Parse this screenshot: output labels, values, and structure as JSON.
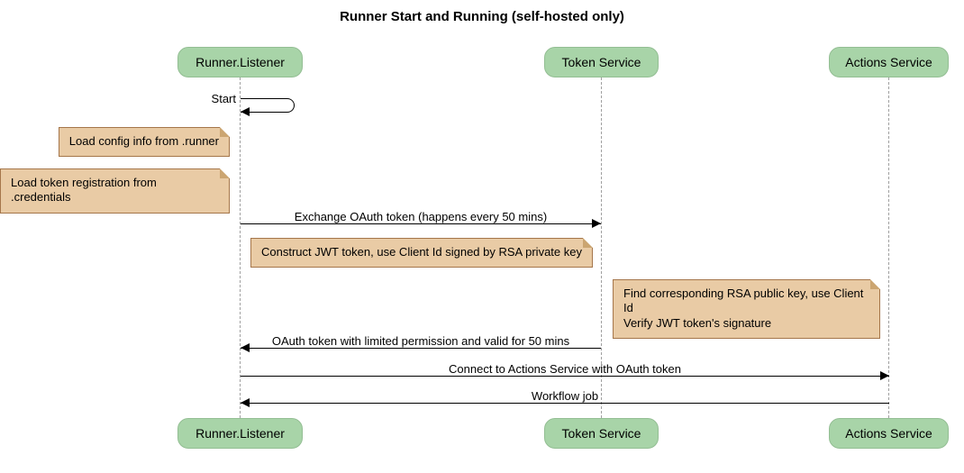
{
  "diagram": {
    "type": "sequence-diagram",
    "title": "Runner Start and Running (self-hosted only)",
    "participants": [
      {
        "name": "Runner.Listener"
      },
      {
        "name": "Token Service"
      },
      {
        "name": "Actions Service"
      }
    ],
    "messages": [
      {
        "from": "Runner.Listener",
        "to": "Runner.Listener",
        "label": "Start",
        "kind": "self"
      },
      {
        "from": "Runner.Listener",
        "to": "Token Service",
        "label": "Exchange OAuth token (happens every 50 mins)",
        "kind": "solid-right"
      },
      {
        "from": "Token Service",
        "to": "Runner.Listener",
        "label": "OAuth token with limited permission and valid for 50 mins",
        "kind": "solid-left"
      },
      {
        "from": "Runner.Listener",
        "to": "Actions Service",
        "label": "Connect to Actions Service with OAuth token",
        "kind": "solid-right"
      },
      {
        "from": "Actions Service",
        "to": "Runner.Listener",
        "label": "Workflow job",
        "kind": "solid-left"
      }
    ],
    "notes": [
      {
        "position": "left of Runner.Listener",
        "text": "Load config info from .runner"
      },
      {
        "position": "left of Runner.Listener",
        "text": "Load token registration from .credentials"
      },
      {
        "position": "over Runner.Listener and Token Service",
        "text": "Construct JWT token, use Client Id signed by RSA private key"
      },
      {
        "position": "left of Actions Service",
        "text": "Find corresponding RSA public key, use Client Id\nVerify JWT token's signature"
      }
    ],
    "colors": {
      "participant_fill": "#A8D4A8",
      "participant_border": "#93BE93",
      "note_fill": "#E9CBA5",
      "note_border": "#A5764A",
      "lifeline": "#A0A0A0",
      "arrow": "#000000",
      "background": "#FFFFFF"
    }
  }
}
